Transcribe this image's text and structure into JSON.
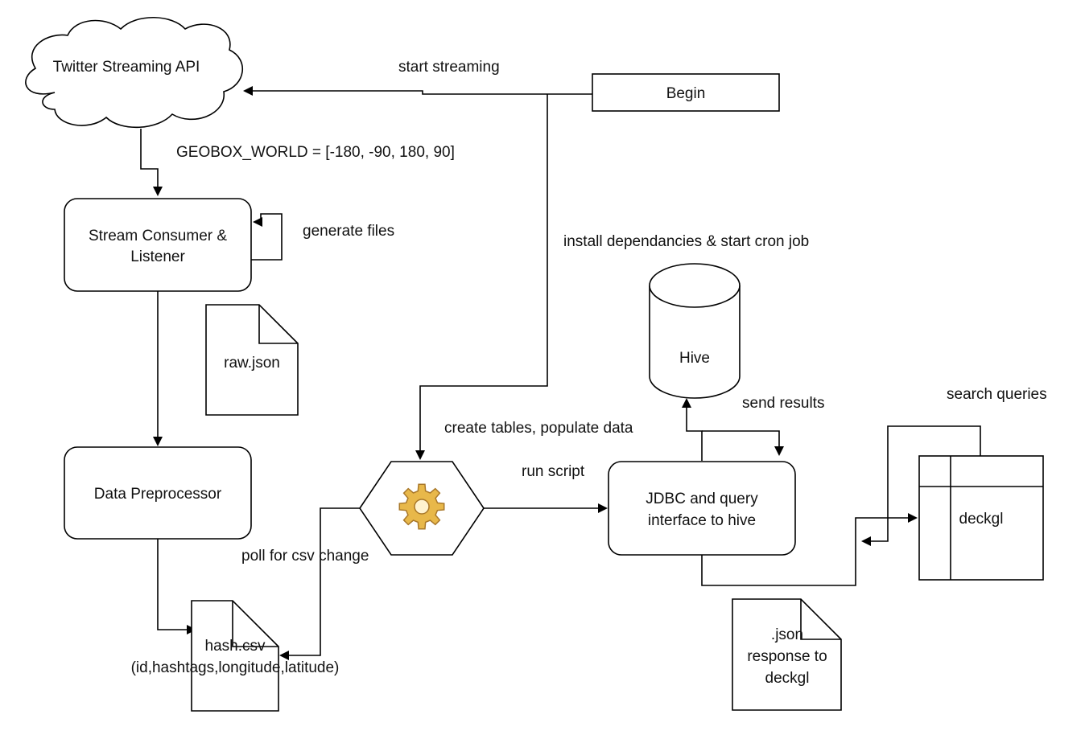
{
  "nodes": {
    "twitter_api": "Twitter Streaming API",
    "begin": "Begin",
    "stream_consumer": [
      "Stream Consumer &",
      "Listener"
    ],
    "raw_json": "raw.json",
    "data_preprocessor": "Data Preprocessor",
    "hash_csv": [
      "hash.csv",
      "(id,hashtags,longitude,latitude)"
    ],
    "hive": "Hive",
    "jdbc": [
      "JDBC and query",
      "interface to hive"
    ],
    "deckgl": "deckgl",
    "json_response": [
      ".json",
      "response to",
      "deckgl"
    ]
  },
  "edge_labels": {
    "start_streaming": "start streaming",
    "geobox": "GEOBOX_WORLD = [-180, -90, 180, 90]",
    "generate_files": "generate files",
    "install_deps": "install dependancies & start cron job",
    "create_tables": "create tables, populate data",
    "run_script": "run script",
    "send_results": "send results",
    "search_queries": "search queries",
    "poll_csv": "poll for csv change"
  },
  "icons": {
    "cron_job": "gear-icon"
  },
  "colors": {
    "gear_fill": "#e8b84a",
    "gear_stroke": "#a9782a"
  }
}
